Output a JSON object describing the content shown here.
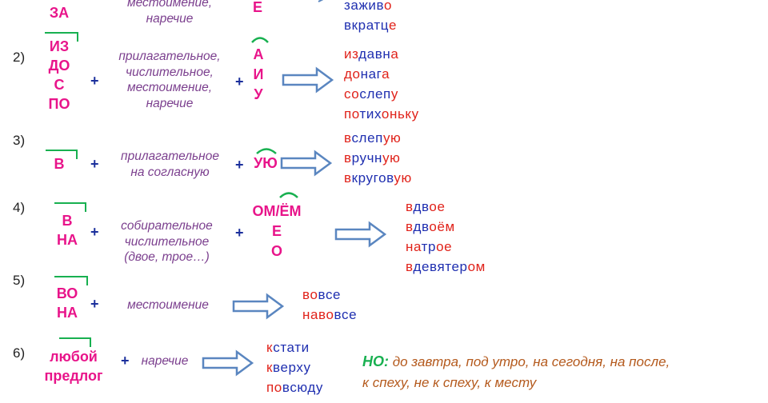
{
  "rows": [
    {
      "number": "",
      "prefixes": [
        "ЗА"
      ],
      "description": [
        "местоимение,",
        "наречие"
      ],
      "suffixes": [
        "Е"
      ],
      "examples": [
        [
          {
            "t": "зажив",
            "c": "blue"
          },
          {
            "t": "о",
            "c": "red"
          }
        ],
        [
          {
            "t": "вкратц",
            "c": "blue"
          },
          {
            "t": "е",
            "c": "red"
          }
        ]
      ]
    },
    {
      "number": "2)",
      "prefixes": [
        "ИЗ",
        "ДО",
        "С",
        "ПО"
      ],
      "description": [
        "прилагательное,",
        "числительное,",
        "местоимение,",
        "наречие"
      ],
      "suffixes": [
        "А",
        "И",
        "У"
      ],
      "examples": [
        [
          {
            "t": "из",
            "c": "red"
          },
          {
            "t": "давн",
            "c": "blue"
          },
          {
            "t": "а",
            "c": "red"
          }
        ],
        [
          {
            "t": "до",
            "c": "red"
          },
          {
            "t": "наг",
            "c": "blue"
          },
          {
            "t": "а",
            "c": "red"
          }
        ],
        [
          {
            "t": "со",
            "c": "red"
          },
          {
            "t": "слеп",
            "c": "blue"
          },
          {
            "t": "у",
            "c": "red"
          }
        ],
        [
          {
            "t": "по",
            "c": "red"
          },
          {
            "t": "тих",
            "c": "blue"
          },
          {
            "t": "оньку",
            "c": "red"
          }
        ]
      ]
    },
    {
      "number": "3)",
      "prefixes": [
        "В"
      ],
      "description": [
        "прилагательное",
        "на согласную"
      ],
      "suffixes": [
        "УЮ"
      ],
      "examples": [
        [
          {
            "t": "в",
            "c": "red"
          },
          {
            "t": "слеп",
            "c": "blue"
          },
          {
            "t": "ую",
            "c": "red"
          }
        ],
        [
          {
            "t": "в",
            "c": "red"
          },
          {
            "t": "ручн",
            "c": "blue"
          },
          {
            "t": "ую",
            "c": "red"
          }
        ],
        [
          {
            "t": "в",
            "c": "red"
          },
          {
            "t": "кругов",
            "c": "blue"
          },
          {
            "t": "ую",
            "c": "red"
          }
        ]
      ]
    },
    {
      "number": "4)",
      "prefixes": [
        "В",
        "НА"
      ],
      "description": [
        "собирательное",
        "числительное",
        "(двое, трое…)"
      ],
      "suffixes": [
        "ОМ/ЁМ",
        "Е",
        "О"
      ],
      "examples": [
        [
          {
            "t": "в",
            "c": "red"
          },
          {
            "t": "дв",
            "c": "blue"
          },
          {
            "t": "ое",
            "c": "red"
          }
        ],
        [
          {
            "t": "в",
            "c": "red"
          },
          {
            "t": "дв",
            "c": "blue"
          },
          {
            "t": "оём",
            "c": "red"
          }
        ],
        [
          {
            "t": "на",
            "c": "red"
          },
          {
            "t": "тр",
            "c": "blue"
          },
          {
            "t": "ое",
            "c": "red"
          }
        ],
        [
          {
            "t": "в",
            "c": "red"
          },
          {
            "t": "девятер",
            "c": "blue"
          },
          {
            "t": "ом",
            "c": "red"
          }
        ]
      ]
    },
    {
      "number": "5)",
      "prefixes": [
        "ВО",
        "НА"
      ],
      "description": [
        "местоимение"
      ],
      "suffixes": [],
      "examples": [
        [
          {
            "t": "во",
            "c": "red"
          },
          {
            "t": "все",
            "c": "blue"
          }
        ],
        [
          {
            "t": "на",
            "c": "red"
          },
          {
            "t": "во",
            "c": "red"
          },
          {
            "t": "все",
            "c": "blue"
          }
        ]
      ]
    },
    {
      "number": "6)",
      "prefixes": [
        "любой",
        "предлог"
      ],
      "description": [
        "наречие"
      ],
      "suffixes": [],
      "examples": [
        [
          {
            "t": "к",
            "c": "red"
          },
          {
            "t": "стати",
            "c": "blue"
          }
        ],
        [
          {
            "t": "к",
            "c": "red"
          },
          {
            "t": "верху",
            "c": "blue"
          }
        ],
        [
          {
            "t": "по",
            "c": "red"
          },
          {
            "t": "всюду",
            "c": "blue"
          }
        ]
      ]
    }
  ],
  "plus_sign": "+",
  "note": {
    "label": "НО:",
    "line1": "до завтра, под утро, на сегодня, на после,",
    "line2": "к спеху, не к спеху, к месту"
  },
  "colors": {
    "prefix": "#e8148a",
    "plus": "#1b2f9c",
    "description": "#7b3f8e",
    "bracket": "#18b050",
    "arrow": "#5a86c0",
    "example_blue": "#1f2fb0",
    "example_red": "#e0221a",
    "note": "#b4591c"
  }
}
